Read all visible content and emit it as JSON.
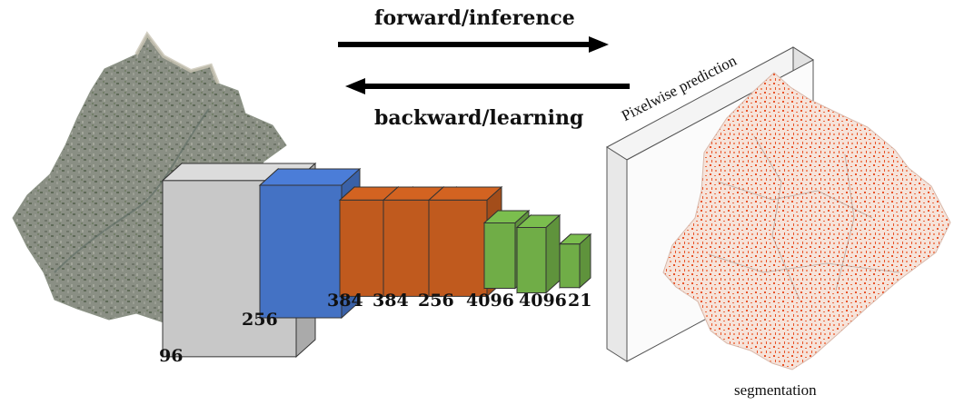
{
  "arrows": {
    "forward_label": "forward/inference",
    "backward_label": "backward/learning"
  },
  "layers": [
    {
      "label": "96",
      "color": "#c8c8c8"
    },
    {
      "label": "256",
      "color": "#4472c4"
    },
    {
      "label": "384",
      "color": "#c05a1e"
    },
    {
      "label": "384",
      "color": "#c05a1e"
    },
    {
      "label": "256",
      "color": "#c05a1e"
    },
    {
      "label": "4096",
      "color": "#70ad47"
    },
    {
      "label": "4096",
      "color": "#70ad47"
    },
    {
      "label": "21",
      "color": "#70ad47"
    }
  ],
  "output": {
    "prediction_label": "Pixelwise prediction",
    "segmentation_label": "segmentation"
  },
  "colors": {
    "input_map": "#7f8478",
    "segmentation_map": "#f0a58a",
    "segmentation_highlight": "#e8542a"
  }
}
